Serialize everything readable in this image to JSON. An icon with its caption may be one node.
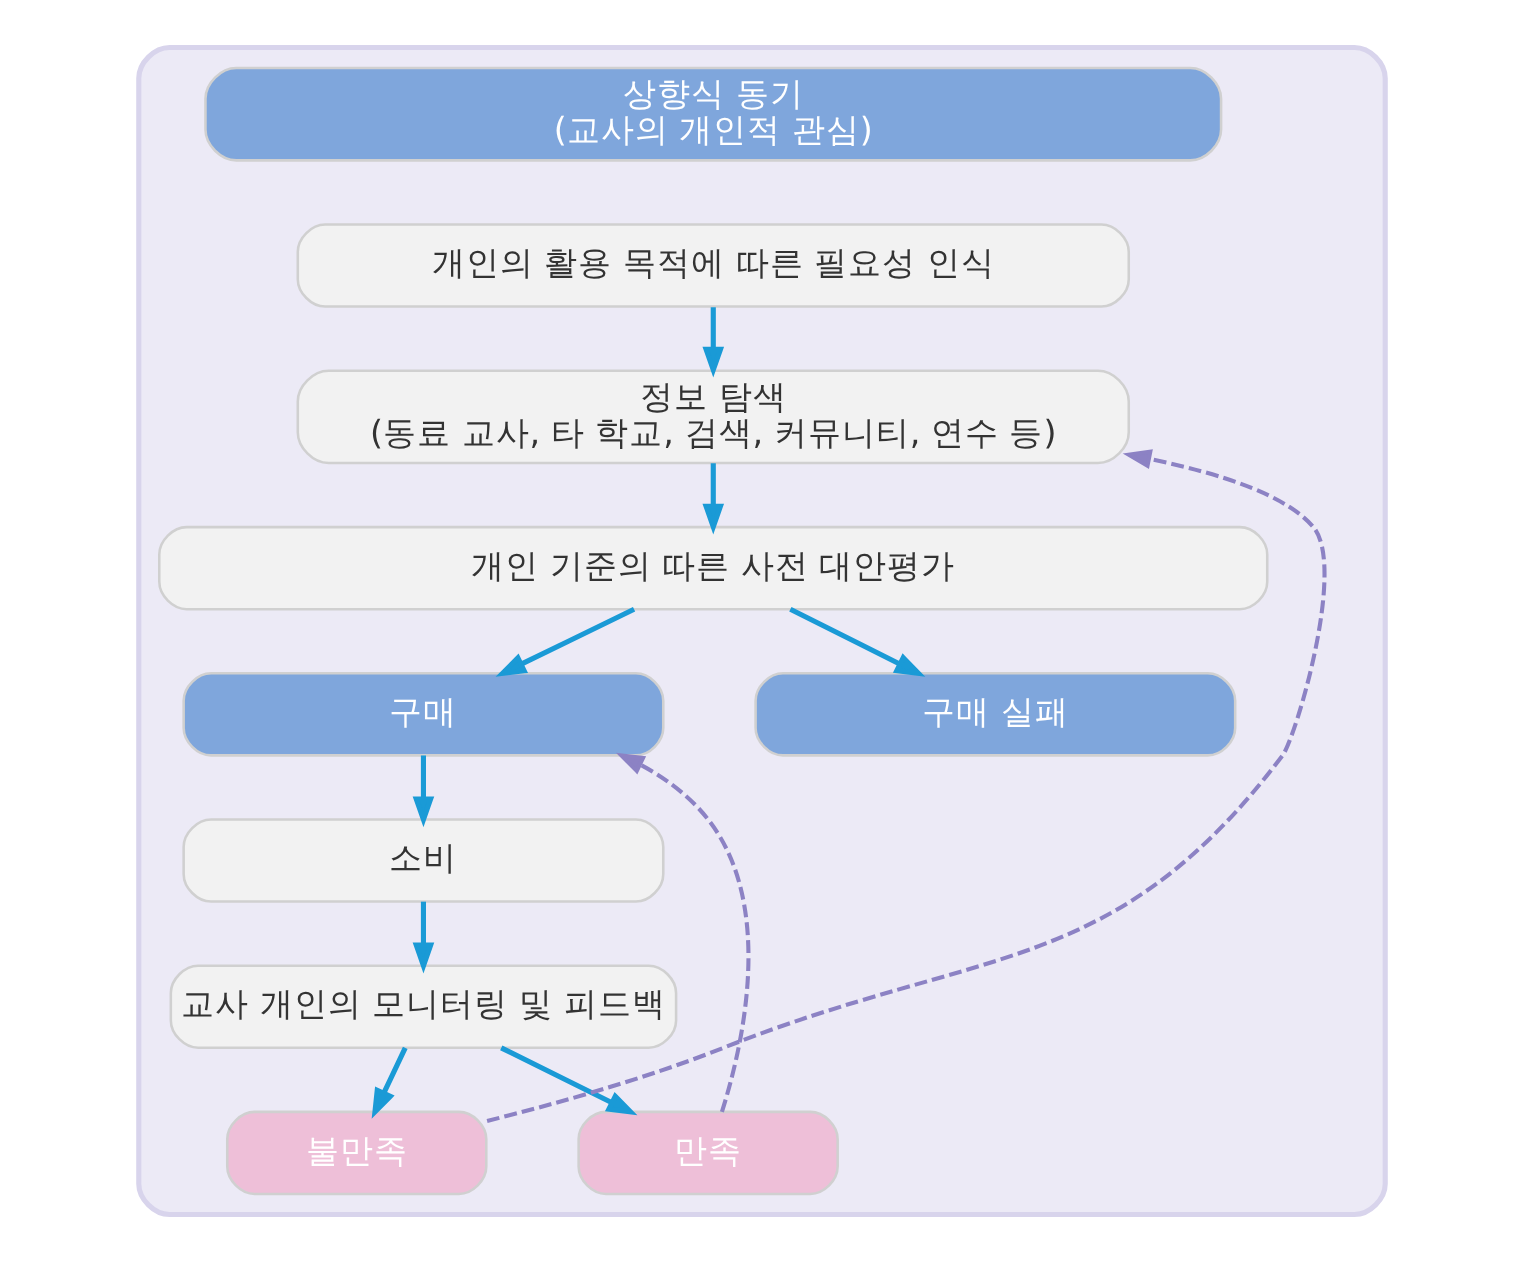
{
  "diagram": {
    "nodes": [
      {
        "text": [],
        "shape": "box"
      },
      {
        "text": [
          "상향식 동기",
          "(교사의 개인적 관심)"
        ],
        "in": 0
      },
      {
        "text": [
          "개인의 활용 목적에 따른 필요성 인식"
        ],
        "in": 0
      },
      {
        "text": [
          "정보 탐색",
          "(동료 교사, 타 학교, 검색, 커뮤니티, 연수 등)"
        ],
        "in": 0
      },
      {
        "text": [
          "개인 기준의 따른 사전 대안평가"
        ],
        "in": 0
      },
      {
        "text": [
          "구매"
        ],
        "in": 0
      },
      {
        "text": [
          "구매 실패"
        ],
        "in": 0
      },
      {
        "text": [
          "소비"
        ],
        "in": 0
      },
      {
        "text": [
          "교사 개인의 모니터링 및 피드백"
        ],
        "in": 0
      },
      {
        "text": [
          "불만족"
        ],
        "in": 0
      },
      {
        "text": [
          "만족"
        ],
        "in": 0
      }
    ],
    "edges": [
      {
        "from": 2,
        "to": 3,
        "arrow": "to"
      },
      {
        "from": 3,
        "to": 4,
        "arrow": "to"
      },
      {
        "from": 4,
        "to": 5,
        "arrow": "to"
      },
      {
        "from": 4,
        "to": 6,
        "arrow": "to"
      },
      {
        "from": 5,
        "to": 7,
        "arrow": "to"
      },
      {
        "from": 7,
        "to": 8,
        "arrow": "to"
      },
      {
        "from": 8,
        "to": 9,
        "arrow": "to"
      },
      {
        "from": 8,
        "to": 10,
        "arrow": "to"
      },
      {
        "from": 9,
        "to": 3,
        "arrow": "to",
        "style": "dashed",
        "color": "#8c82c4"
      },
      {
        "from": 10,
        "to": 5,
        "arrow": "to",
        "style": "dashed",
        "color": "#8c82c4"
      }
    ]
  }
}
